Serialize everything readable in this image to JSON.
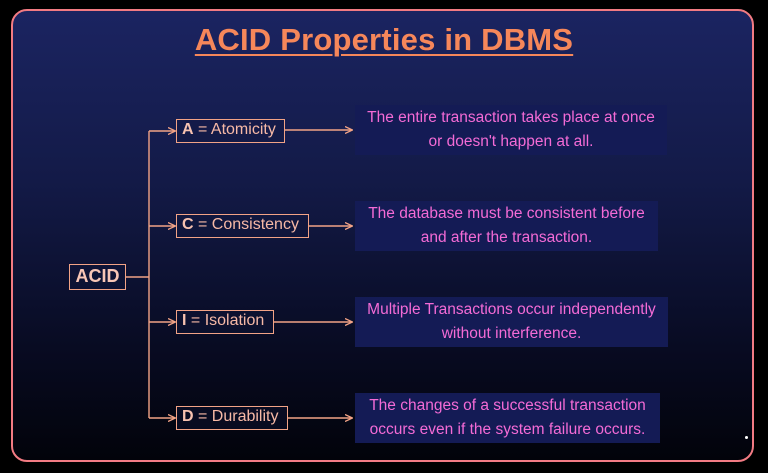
{
  "title": "ACID Properties in DBMS",
  "root": {
    "label": "ACID"
  },
  "properties": [
    {
      "letter": "A",
      "rest": " = Atomicity",
      "description": [
        "The entire transaction takes place at once",
        "or doesn't happen at all."
      ]
    },
    {
      "letter": "C",
      "rest": " = Consistency",
      "description": [
        "The database must be consistent before",
        "and after the transaction."
      ]
    },
    {
      "letter": "I",
      "rest": " = Isolation",
      "description": [
        "Multiple Transactions occur independently",
        "without interference."
      ]
    },
    {
      "letter": "D",
      "rest": " = Durability",
      "description": [
        "The changes of a successful transaction",
        "occurs even if the system failure occurs."
      ]
    }
  ],
  "colors": {
    "title": "#f6875a",
    "border": "#f27b83",
    "node_text": "#f7b9a6",
    "description_text": "#f46bd6",
    "description_bg": "#141b55"
  }
}
